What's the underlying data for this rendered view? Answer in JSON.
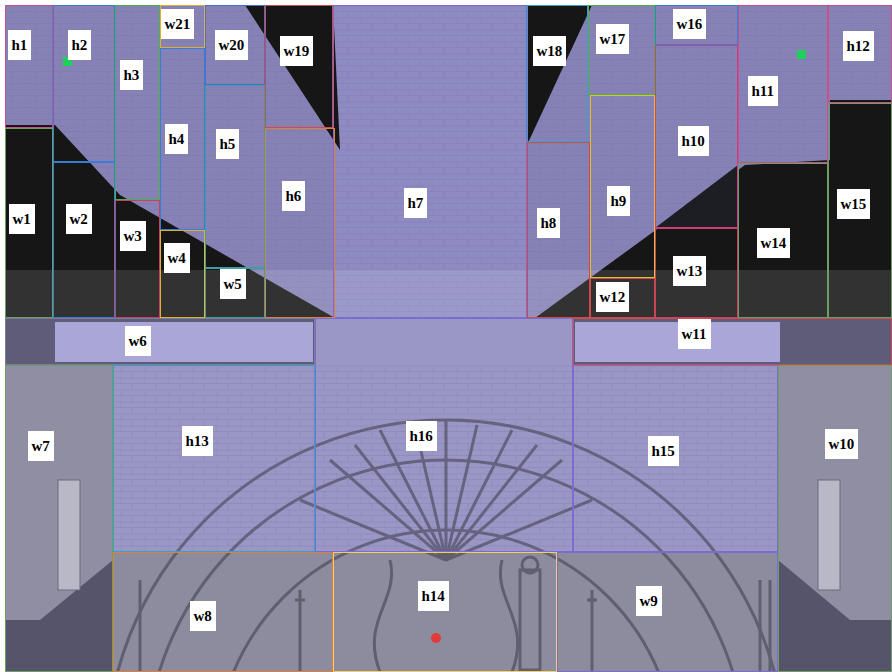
{
  "diagram": {
    "nodes": [
      {
        "text": [
          "h1"
        ]
      },
      {
        "text": [
          "h2"
        ]
      },
      {
        "text": [
          "h3"
        ]
      },
      {
        "text": [
          "w21"
        ]
      },
      {
        "text": [
          "w20"
        ]
      },
      {
        "text": [
          "w19"
        ]
      },
      {
        "text": [
          "h7"
        ]
      },
      {
        "text": [
          "w18"
        ]
      },
      {
        "text": [
          "w17"
        ]
      },
      {
        "text": [
          "w16"
        ]
      },
      {
        "text": [
          "h11"
        ]
      },
      {
        "text": [
          "h12"
        ]
      },
      {
        "text": [
          "h10"
        ]
      },
      {
        "text": [
          "h4"
        ]
      },
      {
        "text": [
          "h5"
        ]
      },
      {
        "text": [
          "h9"
        ]
      },
      {
        "text": [
          "h6"
        ]
      },
      {
        "text": [
          "h8"
        ]
      },
      {
        "text": [
          "w1"
        ]
      },
      {
        "text": [
          "w2"
        ]
      },
      {
        "text": [
          "w3"
        ]
      },
      {
        "text": [
          "w15"
        ]
      },
      {
        "text": [
          "w14"
        ]
      },
      {
        "text": [
          "w4"
        ]
      },
      {
        "text": [
          "w13"
        ]
      },
      {
        "text": [
          "w5"
        ]
      },
      {
        "text": [
          "w12"
        ]
      },
      {
        "text": [
          "w6"
        ]
      },
      {
        "text": [
          "w11"
        ]
      },
      {
        "text": [
          "h16"
        ]
      },
      {
        "text": [
          "h13"
        ]
      },
      {
        "text": [
          "h15"
        ]
      },
      {
        "text": [
          "w7"
        ]
      },
      {
        "text": [
          "w10"
        ]
      },
      {
        "text": [
          "h14"
        ]
      },
      {
        "text": [
          "w9"
        ]
      },
      {
        "text": [
          "w8"
        ]
      }
    ]
  }
}
